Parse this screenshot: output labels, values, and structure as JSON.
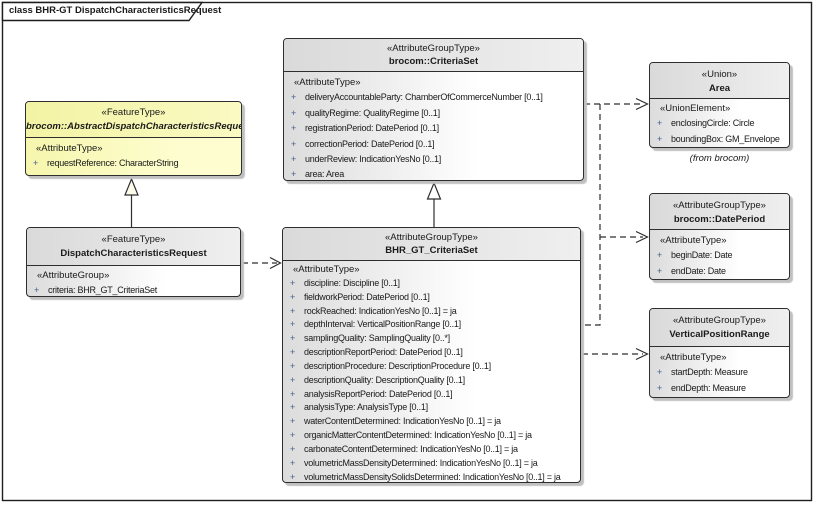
{
  "diagram_title": "class BHR-GT DispatchCharacteristicsRequest",
  "plus": "+",
  "colors": {
    "class_fill_grey": "#dcdcdc",
    "class_fill_yellow": "#f6f6ae",
    "border": "#2e2e2e",
    "plus_sign": "#44608c",
    "shadow": "#c0c0c0"
  },
  "abstract_request": {
    "stereotype": "«FeatureType»",
    "name": "brocom::AbstractDispatchCharacteristicsRequest",
    "section_label": "«AttributeType»",
    "attributes": [
      "requestReference: CharacterString"
    ]
  },
  "dispatch_request": {
    "stereotype": "«FeatureType»",
    "name": "DispatchCharacteristicsRequest",
    "section_label": "«AttributeGroup»",
    "attributes": [
      "criteria: BHR_GT_CriteriaSet"
    ]
  },
  "criteria_set": {
    "stereotype": "«AttributeGroupType»",
    "name": "brocom::CriteriaSet",
    "section_label": "«AttributeType»",
    "attributes": [
      "deliveryAccountableParty: ChamberOfCommerceNumber [0..1]",
      "qualityRegime: QualityRegime [0..1]",
      "registrationPeriod: DatePeriod [0..1]",
      "correctionPeriod: DatePeriod [0..1]",
      "underReview: IndicationYesNo [0..1]",
      "area: Area"
    ]
  },
  "bhr_gt_criteria_set": {
    "stereotype": "«AttributeGroupType»",
    "name": "BHR_GT_CriteriaSet",
    "section_label": "«AttributeType»",
    "attributes": [
      "discipline: Discipline [0..1]",
      "fieldworkPeriod: DatePeriod [0..1]",
      "rockReached: IndicationYesNo [0..1] = ja",
      "depthInterval: VerticalPositionRange [0..1]",
      "samplingQuality: SamplingQuality [0..*]",
      "descriptionReportPeriod: DatePeriod [0..1]",
      "descriptionProcedure: DescriptionProcedure [0..1]",
      "descriptionQuality: DescriptionQuality [0..1]",
      "analysisReportPeriod: DatePeriod [0..1]",
      "analysisType: AnalysisType [0..1]",
      "waterContentDetermined: IndicationYesNo [0..1] = ja",
      "organicMatterContentDetermined: IndicationYesNo [0..1] = ja",
      "carbonateContentDetermined: IndicationYesNo [0..1] = ja",
      "volumetricMassDensityDetermined: IndicationYesNo [0..1] = ja",
      "volumetricMassDensitySolidsDetermined: IndicationYesNo [0..1] = ja"
    ]
  },
  "area_union": {
    "stereotype": "«Union»",
    "name": "Area",
    "section_label": "«UnionElement»",
    "attributes": [
      "enclosingCircle: Circle",
      "boundingBox: GM_Envelope"
    ],
    "note": "(from brocom)"
  },
  "date_period": {
    "stereotype": "«AttributeGroupType»",
    "name": "brocom::DatePeriod",
    "section_label": "«AttributeType»",
    "attributes": [
      "beginDate: Date",
      "endDate: Date"
    ]
  },
  "vertical_position_range": {
    "stereotype": "«AttributeGroupType»",
    "name": "VerticalPositionRange",
    "section_label": "«AttributeType»",
    "attributes": [
      "startDepth: Measure",
      "endDepth: Measure"
    ]
  },
  "connectors": [
    {
      "type": "generalization",
      "from": "DispatchCharacteristicsRequest",
      "to": "brocom::AbstractDispatchCharacteristicsRequest"
    },
    {
      "type": "generalization",
      "from": "BHR_GT_CriteriaSet",
      "to": "brocom::CriteriaSet"
    },
    {
      "type": "dependency",
      "from": "DispatchCharacteristicsRequest",
      "to": "BHR_GT_CriteriaSet"
    },
    {
      "type": "dependency",
      "from": "brocom::CriteriaSet",
      "to": "Area"
    },
    {
      "type": "dependency",
      "from": "brocom::CriteriaSet",
      "to": "brocom::DatePeriod"
    },
    {
      "type": "dependency",
      "from": "BHR_GT_CriteriaSet",
      "to": "brocom::DatePeriod"
    },
    {
      "type": "dependency",
      "from": "BHR_GT_CriteriaSet",
      "to": "VerticalPositionRange"
    }
  ]
}
